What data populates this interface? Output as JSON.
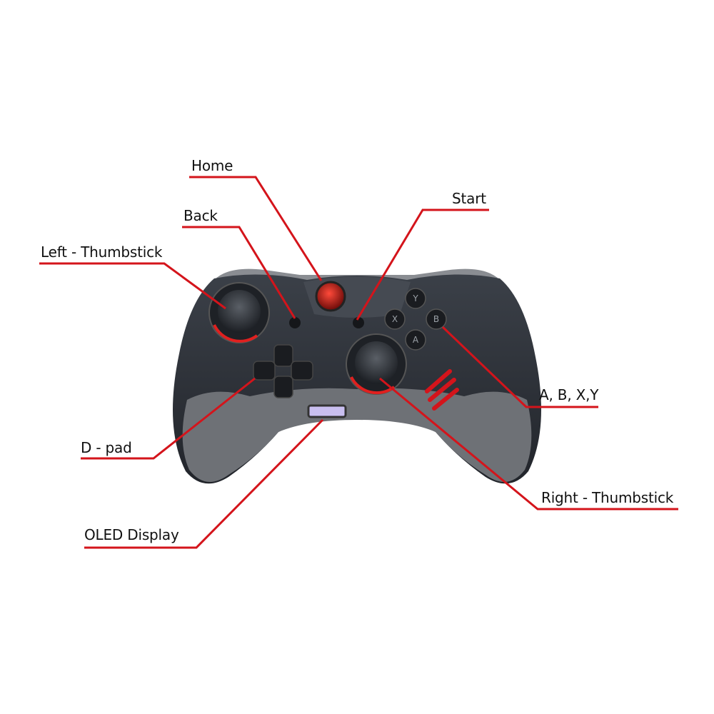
{
  "labels": {
    "home": "Home",
    "back": "Back",
    "left_thumbstick": "Left - Thumbstick",
    "start": "Start",
    "abxy": "A, B, X,Y",
    "dpad": "D - pad",
    "right_thumbstick": "Right - Thumbstick",
    "oled": "OLED Display"
  },
  "buttons": {
    "y": "Y",
    "x": "X",
    "b": "B",
    "a": "A"
  },
  "colors": {
    "leader": "#d4141b",
    "body": "#2b2f36",
    "grip": "#6a6d72",
    "accent": "#e0201f"
  }
}
